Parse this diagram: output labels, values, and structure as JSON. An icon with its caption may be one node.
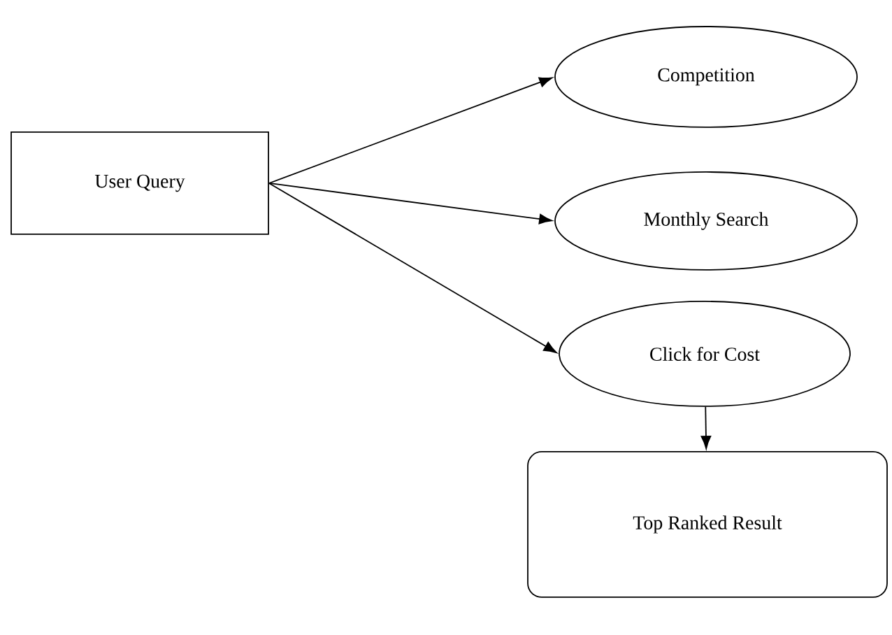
{
  "diagram": {
    "nodes": [
      {
        "text": [
          "User Query"
        ]
      },
      {
        "text": [
          "Competition"
        ]
      },
      {
        "text": [
          "Monthly Search"
        ]
      },
      {
        "text": [
          "Click for Cost"
        ]
      },
      {
        "text": [
          "Top Ranked Result"
        ]
      }
    ],
    "edges": [
      {
        "from": 0,
        "to": 1,
        "arrow": "to"
      },
      {
        "from": 0,
        "to": 2,
        "arrow": "to"
      },
      {
        "from": 0,
        "to": 3,
        "arrow": "to"
      },
      {
        "from": 3,
        "to": 4,
        "arrow": "to"
      }
    ]
  }
}
